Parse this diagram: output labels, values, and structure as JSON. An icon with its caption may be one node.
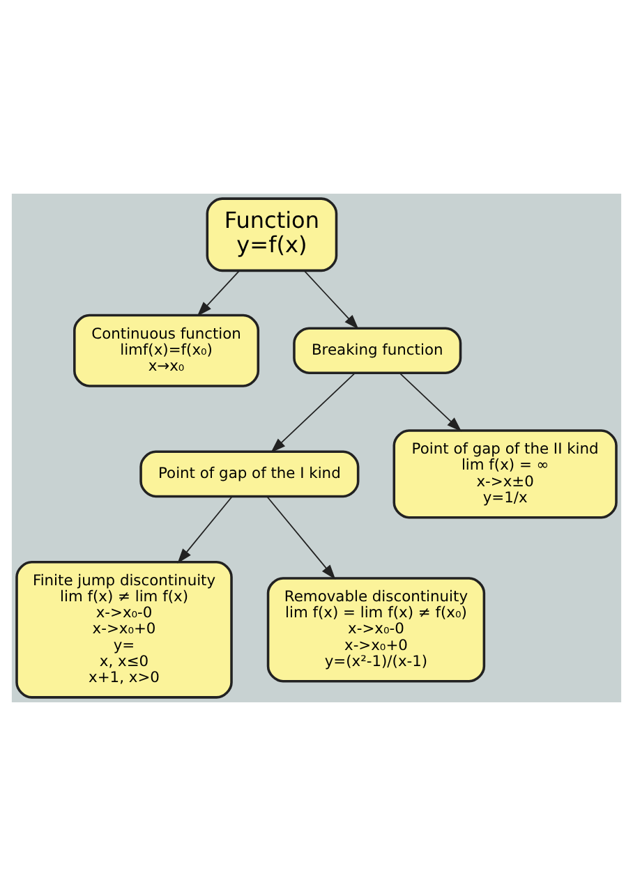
{
  "diagram": {
    "nodes": [
      {
        "text": [
          "Function",
          "y=f(x)"
        ]
      },
      {
        "text": [
          "Continuous function",
          "limf(x)=f(x₀)",
          "x→x₀"
        ]
      },
      {
        "text": [
          "Breaking function"
        ]
      },
      {
        "text": [
          "Point of gap of the I kind"
        ]
      },
      {
        "text": [
          "Point of gap of the II kind",
          "lim f(x) = ∞",
          "x->x±0",
          "y=1/x"
        ]
      },
      {
        "text": [
          "Finite jump discontinuity",
          "lim f(x) ≠ lim f(x)",
          "x->x₀-0",
          "x->x₀+0",
          "y=",
          "x, x≤0",
          "x+1, x>0"
        ]
      },
      {
        "text": [
          "Removable discontinuity",
          "lim f(x) = lim f(x) ≠ f(x₀)",
          "x->x₀-0",
          "x->x₀+0",
          "y=(x²-1)/(x-1)"
        ]
      }
    ],
    "edges": [
      {
        "from": 0,
        "to": 1,
        "arrow": "to"
      },
      {
        "from": 0,
        "to": 2,
        "arrow": "to"
      },
      {
        "from": 2,
        "to": 4,
        "arrow": "to"
      },
      {
        "from": 2,
        "to": 3,
        "arrow": "to"
      },
      {
        "from": 3,
        "to": 5,
        "arrow": "to"
      },
      {
        "from": 3,
        "to": 6,
        "arrow": "to"
      }
    ]
  }
}
